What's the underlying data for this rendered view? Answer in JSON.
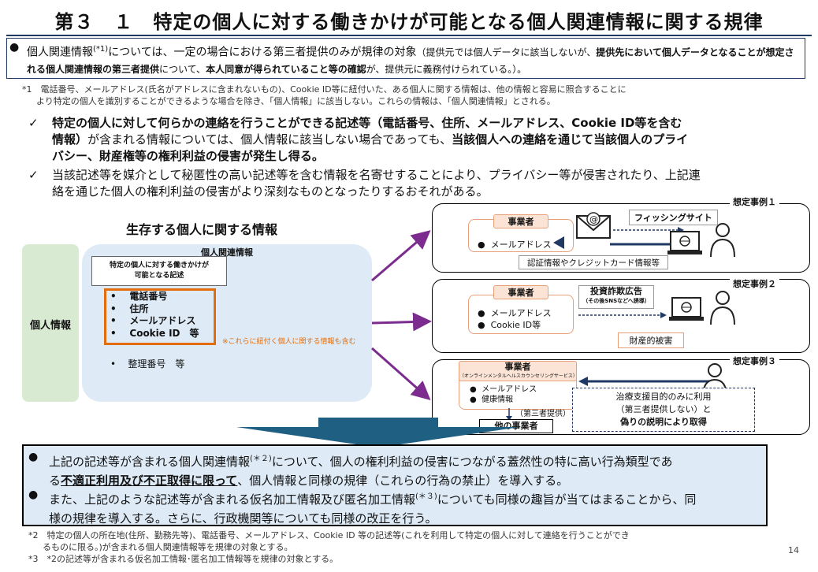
{
  "title": "第３　１　特定の個人に対する働きかけが可能となる個人関連情報に関する規律",
  "intro": {
    "p1": "個人関連情報",
    "sup1": "(*1)",
    "p2": "については、一定の場合における第三者提供のみが規律の対象",
    "p3": "（提供元では個人データに該当しないが、",
    "p4": "提供先において個人データとなることが想定される個人関連情報の第三者提供",
    "p5": "について、",
    "p6": "本人同意が得られていること等の確認",
    "p7": "が、提供元に義務付けられている。）。"
  },
  "footnote1": {
    "line1": "*1　電話番号、メールアドレス(氏名がアドレスに含まれないもの)、Cookie ID等に紐付いた、ある個人に関する情報は、他の情報と容易に照合することに",
    "line2": "より特定の個人を識別することができるような場合を除き、「個人情報」に該当しない。これらの情報は、「個人関連情報」とされる。"
  },
  "checks": {
    "c1a": "特定の個人に対して何らかの連絡を行うことができる記述等（電話番号、住所、メールアドレス、Cookie ID等を含む",
    "c1b": "情報）",
    "c1c": "が含まれる情報については、個人情報に該当しない場合であっても、",
    "c1d": "当該個人への連絡を通じて当該個人のプライ",
    "c1e": "バシー、財産権等の権利利益の侵害が発生し得る。",
    "c2a": "当該記述等を媒介として秘匿性の高い記述等を含む情報を名寄せすることにより、プライバシー等が侵害されたり、上記連",
    "c2b": "絡を通じた個人の権利利益の侵害がより深刻なものとなったりするおそれがある。"
  },
  "left_diagram": {
    "heading": "生存する個人に関する情報",
    "personal_info": "個人情報",
    "related_info": "個人関連情報",
    "box_title1": "特定の個人に対する働きかけが",
    "box_title2": "可能となる記述",
    "items": [
      "電話番号",
      "住所",
      "メールアドレス",
      "Cookie ID　等"
    ],
    "note": "※これらに紐付く個人に関する情報も含む",
    "other": "整理番号　等"
  },
  "cases": [
    {
      "label": "想定事例１",
      "operator": "事業者",
      "items": [
        "メールアドレス"
      ],
      "site": "フィッシングサイト",
      "caption": "認証情報やクレジットカード情報等"
    },
    {
      "label": "想定事例２",
      "operator": "事業者",
      "items": [
        "メールアドレス",
        "Cookie ID等"
      ],
      "ad": "投資詐欺広告",
      "ad_sub": "（その後SNSなどへ誘導）",
      "caption": "財産的被害"
    },
    {
      "label": "想定事例３",
      "operator": "事業者",
      "operator_sub": "（オンラインメンタルヘルスカウンセリングサービス）",
      "items": [
        "メールアドレス",
        "健康情報"
      ],
      "third_party": "（第三者提供）",
      "other_operator": "他の事業者",
      "caption1": "治療支援目的のみに利用",
      "caption2": "（第三者提供しない）と",
      "caption3": "偽りの説明により取得"
    }
  ],
  "bottom": {
    "b1a": "上記の記述等が含まれる個人関連情報",
    "b1sup": "(＊２)",
    "b1b": "について、個人の権利利益の侵害につながる蓋然性の特に高い行為類型であ",
    "b1c": "る",
    "b1d": "不適正利用及び不正取得に限って",
    "b1e": "、個人情報と同様の規律（これらの行為の禁止）を導入する。",
    "b2a": "また、上記のような記述等が含まれる仮名加工情報及び匿名加工情報",
    "b2sup": "(＊３)",
    "b2b": "についても同様の趣旨が当てはまることから、同",
    "b2c": "様の規律を導入する。さらに、行政機関等についても同様の改正を行う。"
  },
  "footnote2": {
    "line1": "*2　特定の個人の所在地(住所、勤務先等)、電話番号、メールアドレス、Cookie ID 等の記述等(これを利用して特定の個人に対して連絡を行うことができ",
    "line2": "るものに限る。)が含まれる個人関連情報等を規律の対象とする。",
    "line3": "*3　*2の記述等が含まれる仮名加工情報･匿名加工情報等を規律の対象とする。"
  },
  "page_number": "14",
  "colors": {
    "navy": "#1f3864",
    "orange": "#e46c0a",
    "purple": "#7b2c8e",
    "light_blue": "#deebf7",
    "light_green": "#d9ead3"
  }
}
